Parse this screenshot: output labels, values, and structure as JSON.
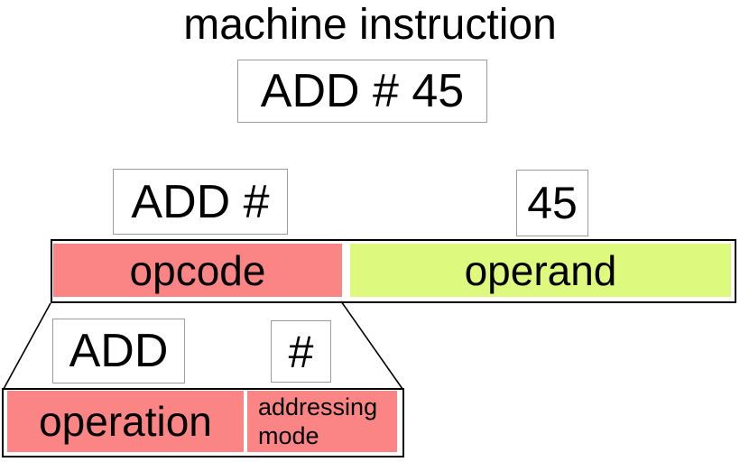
{
  "diagram": {
    "title": "machine instruction",
    "instruction": "ADD # 45",
    "split": {
      "opcode_value": "ADD #",
      "operand_value": "45"
    },
    "fields": {
      "opcode_label": "opcode",
      "operand_label": "operand"
    },
    "opcode_breakdown": {
      "operation_value": "ADD",
      "addressing_value": "#",
      "operation_label": "operation",
      "addressing_label": "addressing mode"
    },
    "colors": {
      "opcode_fill": "#fb8585",
      "operand_fill": "#ddf97e"
    }
  }
}
